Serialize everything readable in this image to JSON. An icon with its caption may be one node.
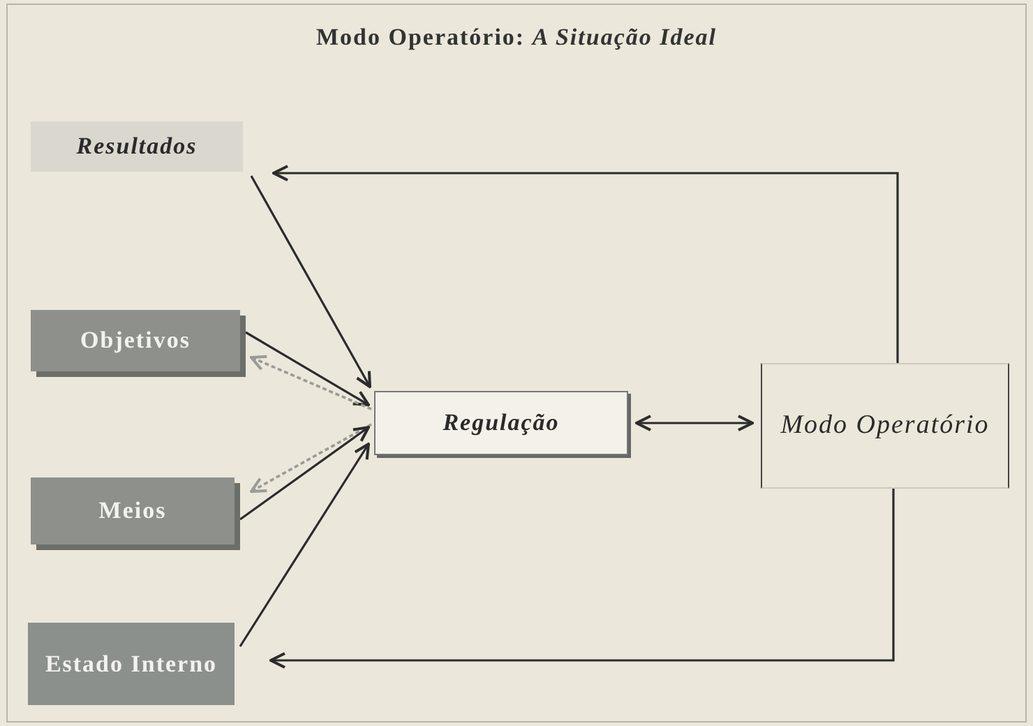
{
  "diagram": {
    "title": "Modo Operatório: *A Situação Ideal*",
    "nodes": [
      {
        "text": [
          "Resultados"
        ]
      },
      {
        "text": [
          "Objetivos"
        ]
      },
      {
        "text": [
          "Meios"
        ]
      },
      {
        "text": [
          "Estado Interno"
        ]
      },
      {
        "text": [
          "Regulação"
        ]
      },
      {
        "text": [
          "Modo Operatório"
        ]
      }
    ],
    "edges": [
      {
        "from": 0,
        "to": 4,
        "arrow": "to"
      },
      {
        "from": 1,
        "to": 4,
        "arrow": "to"
      },
      {
        "from": 4,
        "to": 1,
        "arrow": "to",
        "style": "dashed",
        "color": "#9a9a96"
      },
      {
        "from": 4,
        "to": 2,
        "arrow": "to",
        "style": "dashed",
        "color": "#9a9a96"
      },
      {
        "from": 2,
        "to": 4,
        "arrow": "to"
      },
      {
        "from": 3,
        "to": 4,
        "arrow": "to"
      },
      {
        "from": 4,
        "to": 5,
        "arrow": "both"
      },
      {
        "from": 5,
        "to": 0,
        "arrow": "to"
      },
      {
        "from": 5,
        "to": 3,
        "arrow": "to"
      }
    ]
  }
}
